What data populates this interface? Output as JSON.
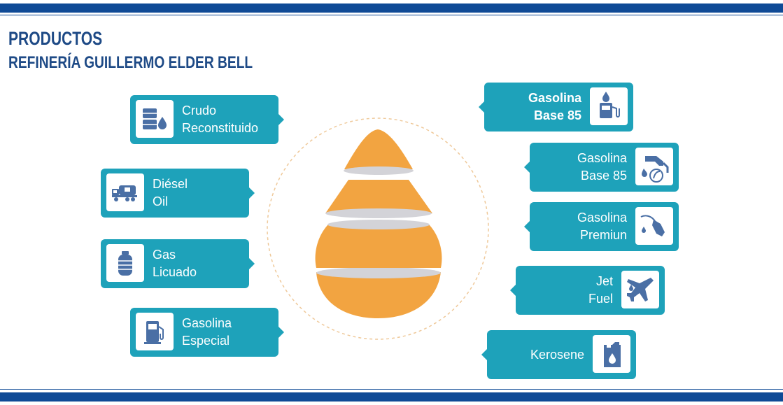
{
  "header": {
    "title": "PRODUCTOS",
    "subtitle": "REFINERÍA GUILLERMO ELDER BELL"
  },
  "products_left": [
    {
      "line1": "Crudo",
      "line2": "Reconstituido",
      "icon": "barrels-icon"
    },
    {
      "line1": "Diésel",
      "line2": "Oil",
      "icon": "tanker-truck-icon"
    },
    {
      "line1": "Gas",
      "line2": "Licuado",
      "icon": "gas-cylinder-icon"
    },
    {
      "line1": "Gasolina",
      "line2": "Especial",
      "icon": "fuel-pump-icon"
    }
  ],
  "products_right": [
    {
      "line1": "Gasolina",
      "line2": "Base 85",
      "icon": "fuel-pump-drop-icon"
    },
    {
      "line1": "Gasolina",
      "line2": "Base 85",
      "icon": "nozzle-leaf-icon"
    },
    {
      "line1": "Gasolina",
      "line2": "Premiun",
      "icon": "fuel-nozzle-icon"
    },
    {
      "line1": "Jet",
      "line2": "Fuel",
      "icon": "airplane-icon"
    },
    {
      "line1": "Kerosene",
      "line2": "",
      "icon": "jerrycan-icon"
    }
  ],
  "colors": {
    "brand_blue": "#0f4a96",
    "card_teal": "#1ea2ba",
    "drop_orange": "#f2a441",
    "icon_blue": "#4a6fa5"
  }
}
